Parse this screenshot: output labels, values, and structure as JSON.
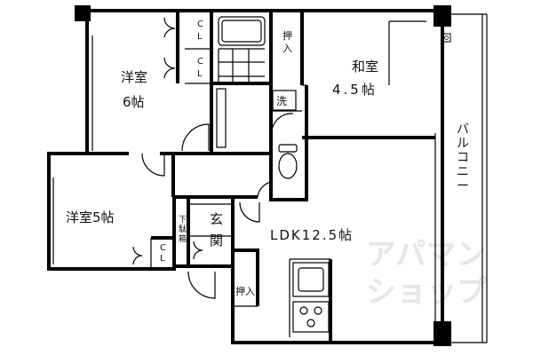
{
  "rooms": {
    "western_room_1": {
      "name": "洋室",
      "size": "6帖"
    },
    "japanese_room": {
      "name": "和室",
      "size": "4.5帖"
    },
    "western_room_2": {
      "label": "洋室5帖"
    },
    "entrance": {
      "label": "玄関"
    },
    "ldk": {
      "label": "LDK12.5帖"
    },
    "balcony": {
      "label": "バルコニー"
    }
  },
  "fixtures": {
    "closet": "CL",
    "storage": "押入",
    "shoe_box": "下駄箱",
    "washer": "洗"
  },
  "watermark": {
    "line1": "アパマン",
    "line2": "ショップ"
  }
}
